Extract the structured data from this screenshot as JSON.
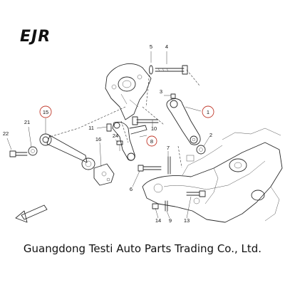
{
  "brand": {
    "logo_text": "EJR"
  },
  "callouts": [
    {
      "id": "c1",
      "text": "1",
      "highlighted": true
    },
    {
      "id": "c2",
      "text": "2",
      "highlighted": false
    },
    {
      "id": "c3",
      "text": "3",
      "highlighted": false
    },
    {
      "id": "c4",
      "text": "4",
      "highlighted": false
    },
    {
      "id": "c5",
      "text": "5",
      "highlighted": false
    },
    {
      "id": "c6",
      "text": "6",
      "highlighted": false
    },
    {
      "id": "c7",
      "text": "7",
      "highlighted": false
    },
    {
      "id": "c8",
      "text": "8",
      "highlighted": true
    },
    {
      "id": "c9",
      "text": "9",
      "highlighted": false
    },
    {
      "id": "c10",
      "text": "10",
      "highlighted": false
    },
    {
      "id": "c11",
      "text": "11",
      "highlighted": false
    },
    {
      "id": "c13",
      "text": "13",
      "highlighted": false
    },
    {
      "id": "c14",
      "text": "14",
      "highlighted": false
    },
    {
      "id": "c15",
      "text": "15",
      "highlighted": true
    },
    {
      "id": "c16",
      "text": "16",
      "highlighted": false
    },
    {
      "id": "c21",
      "text": "21",
      "highlighted": false
    },
    {
      "id": "c22",
      "text": "22",
      "highlighted": false
    },
    {
      "id": "c24",
      "text": "24",
      "highlighted": false
    }
  ],
  "colors": {
    "highlight_ring": "#c0392b",
    "ink": "#2a2a2a"
  },
  "direction_arrow": {
    "icon": "front-direction-arrow-icon"
  },
  "footer": {
    "company": "Guangdong Testi Auto Parts Trading Co., Ltd."
  }
}
